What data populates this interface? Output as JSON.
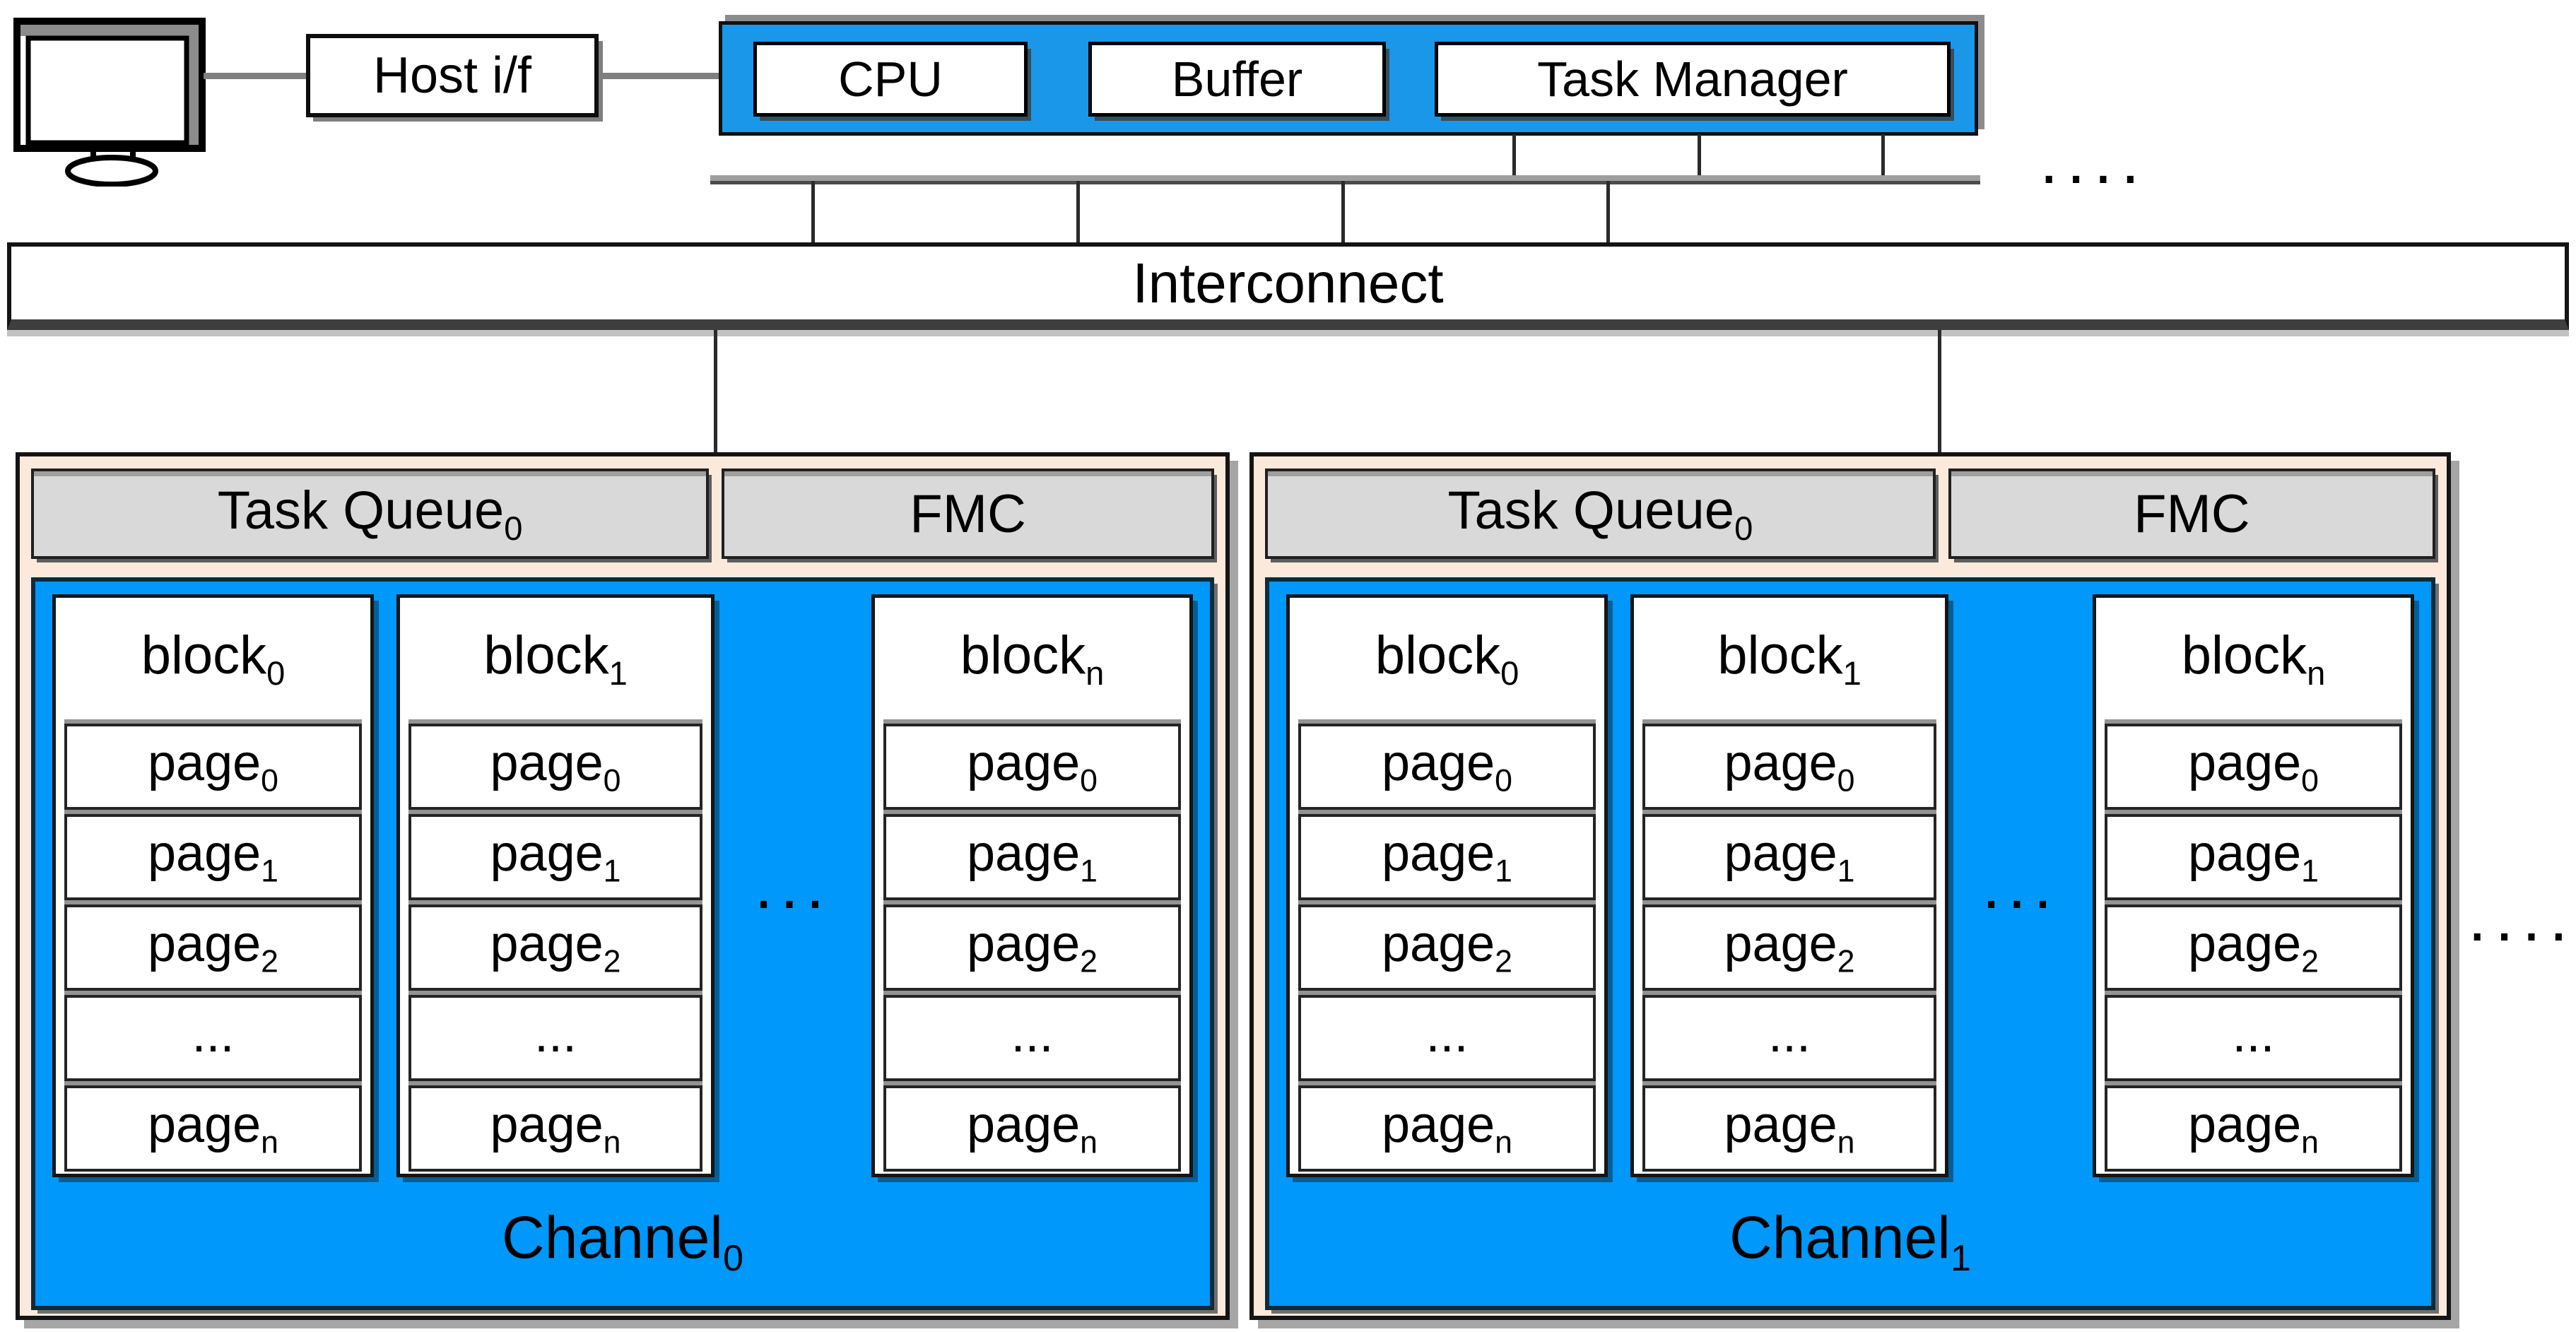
{
  "top": {
    "host_if": "Host i/f",
    "cpu": "CPU",
    "buffer": "Buffer",
    "task_manager": "Task Manager",
    "bus_ellipsis": "...."
  },
  "interconnect": {
    "label": "Interconnect"
  },
  "side_ellipsis": "....",
  "colors": {
    "controller_blue": "#1b97ea",
    "channel_blue": "#0098fb",
    "channel_border_navy": "#0a2b3b",
    "peach": "#fbeadc",
    "header_gray": "#d9d9d9",
    "shadow_gray": "#a6a6a6",
    "wire_gray": "#7f7f7f"
  },
  "channels": [
    {
      "task_queue": {
        "base": "Task Queue",
        "sub": "0"
      },
      "fmc": "FMC",
      "ellipsis": "...",
      "label": {
        "base": "Channel",
        "sub": "0"
      },
      "blocks": [
        {
          "title": {
            "base": "block",
            "sub": "0"
          },
          "pages": [
            {
              "base": "page",
              "sub": "0"
            },
            {
              "base": "page",
              "sub": "1"
            },
            {
              "base": "page",
              "sub": "2"
            },
            {
              "base": "...",
              "sub": ""
            },
            {
              "base": "page",
              "sub": "n"
            }
          ]
        },
        {
          "title": {
            "base": "block",
            "sub": "1"
          },
          "pages": [
            {
              "base": "page",
              "sub": "0"
            },
            {
              "base": "page",
              "sub": "1"
            },
            {
              "base": "page",
              "sub": "2"
            },
            {
              "base": "...",
              "sub": ""
            },
            {
              "base": "page",
              "sub": "n"
            }
          ]
        },
        {
          "title": {
            "base": "block",
            "sub": "n"
          },
          "pages": [
            {
              "base": "page",
              "sub": "0"
            },
            {
              "base": "page",
              "sub": "1"
            },
            {
              "base": "page",
              "sub": "2"
            },
            {
              "base": "...",
              "sub": ""
            },
            {
              "base": "page",
              "sub": "n"
            }
          ]
        }
      ]
    },
    {
      "task_queue": {
        "base": "Task Queue",
        "sub": "0"
      },
      "fmc": "FMC",
      "ellipsis": "...",
      "label": {
        "base": "Channel",
        "sub": "1"
      },
      "blocks": [
        {
          "title": {
            "base": "block",
            "sub": "0"
          },
          "pages": [
            {
              "base": "page",
              "sub": "0"
            },
            {
              "base": "page",
              "sub": "1"
            },
            {
              "base": "page",
              "sub": "2"
            },
            {
              "base": "...",
              "sub": ""
            },
            {
              "base": "page",
              "sub": "n"
            }
          ]
        },
        {
          "title": {
            "base": "block",
            "sub": "1"
          },
          "pages": [
            {
              "base": "page",
              "sub": "0"
            },
            {
              "base": "page",
              "sub": "1"
            },
            {
              "base": "page",
              "sub": "2"
            },
            {
              "base": "...",
              "sub": ""
            },
            {
              "base": "page",
              "sub": "n"
            }
          ]
        },
        {
          "title": {
            "base": "block",
            "sub": "n"
          },
          "pages": [
            {
              "base": "page",
              "sub": "0"
            },
            {
              "base": "page",
              "sub": "1"
            },
            {
              "base": "page",
              "sub": "2"
            },
            {
              "base": "...",
              "sub": ""
            },
            {
              "base": "page",
              "sub": "n"
            }
          ]
        }
      ]
    }
  ]
}
